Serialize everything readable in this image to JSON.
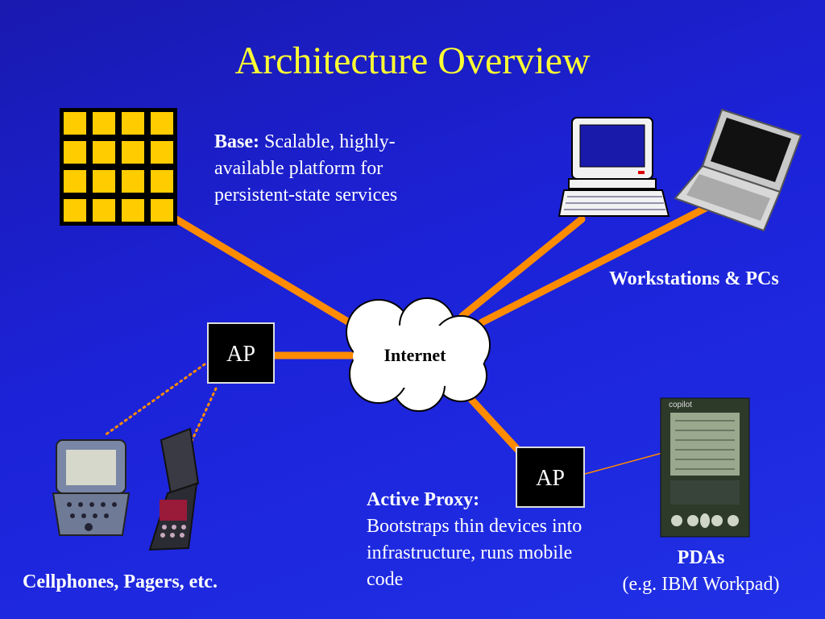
{
  "title": "Architecture Overview",
  "base": {
    "bold_label": "Base:",
    "text": " Scalable, highly-available platform for persistent-state services"
  },
  "internet": {
    "label": "Internet"
  },
  "access_points": [
    {
      "label": "AP"
    },
    {
      "label": "AP"
    }
  ],
  "workstations": {
    "label": "Workstations & PCs"
  },
  "cellphones": {
    "label": "Cellphones, Pagers, etc."
  },
  "proxy": {
    "bold_label": "Active Proxy:",
    "text": "Bootstraps thin devices into infrastructure, runs mobile code"
  },
  "pda": {
    "label": "PDAs",
    "example": "(e.g. IBM Workpad)",
    "screen_brand": "copilot"
  },
  "colors": {
    "background": "#1c22d8",
    "title": "#ffff33",
    "link": "#ff8c00",
    "wireless_link": "#ff8c00",
    "ap_box": "#000000"
  },
  "icons": [
    "server-cluster-icon",
    "desktop-computer-icon",
    "laptop-icon",
    "cloud-icon",
    "pager-icon",
    "cellphone-icon",
    "pda-icon"
  ]
}
